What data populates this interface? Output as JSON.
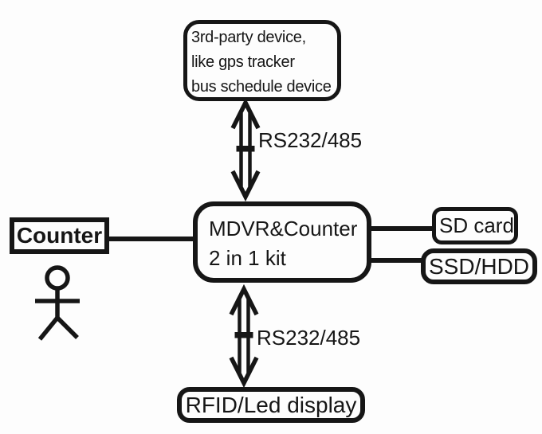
{
  "canvas": {
    "background": "#fdfdfd",
    "ink": "#161616"
  },
  "nodes": {
    "third_party": {
      "line1": "3rd-party device,",
      "line2": "like gps tracker",
      "line3": "bus schedule device"
    },
    "mdvr": {
      "line1": "MDVR&Counter",
      "line2": "2 in 1 kit"
    },
    "counter": {
      "label": "Counter"
    },
    "sd_card": {
      "label": "SD card"
    },
    "ssd_hdd": {
      "label": "SSD/HDD"
    },
    "rfid": {
      "label": "RFID/Led display"
    }
  },
  "links": {
    "top": {
      "label": "RS232/485",
      "type": "double-arrow"
    },
    "bottom": {
      "label": "RS232/485",
      "type": "double-arrow"
    },
    "counter_to_mdvr": {
      "type": "plain-line"
    },
    "mdvr_to_sd": {
      "type": "plain-line"
    },
    "mdvr_to_ssd": {
      "type": "plain-line"
    }
  },
  "icons": {
    "actor": "person-stick-figure"
  }
}
